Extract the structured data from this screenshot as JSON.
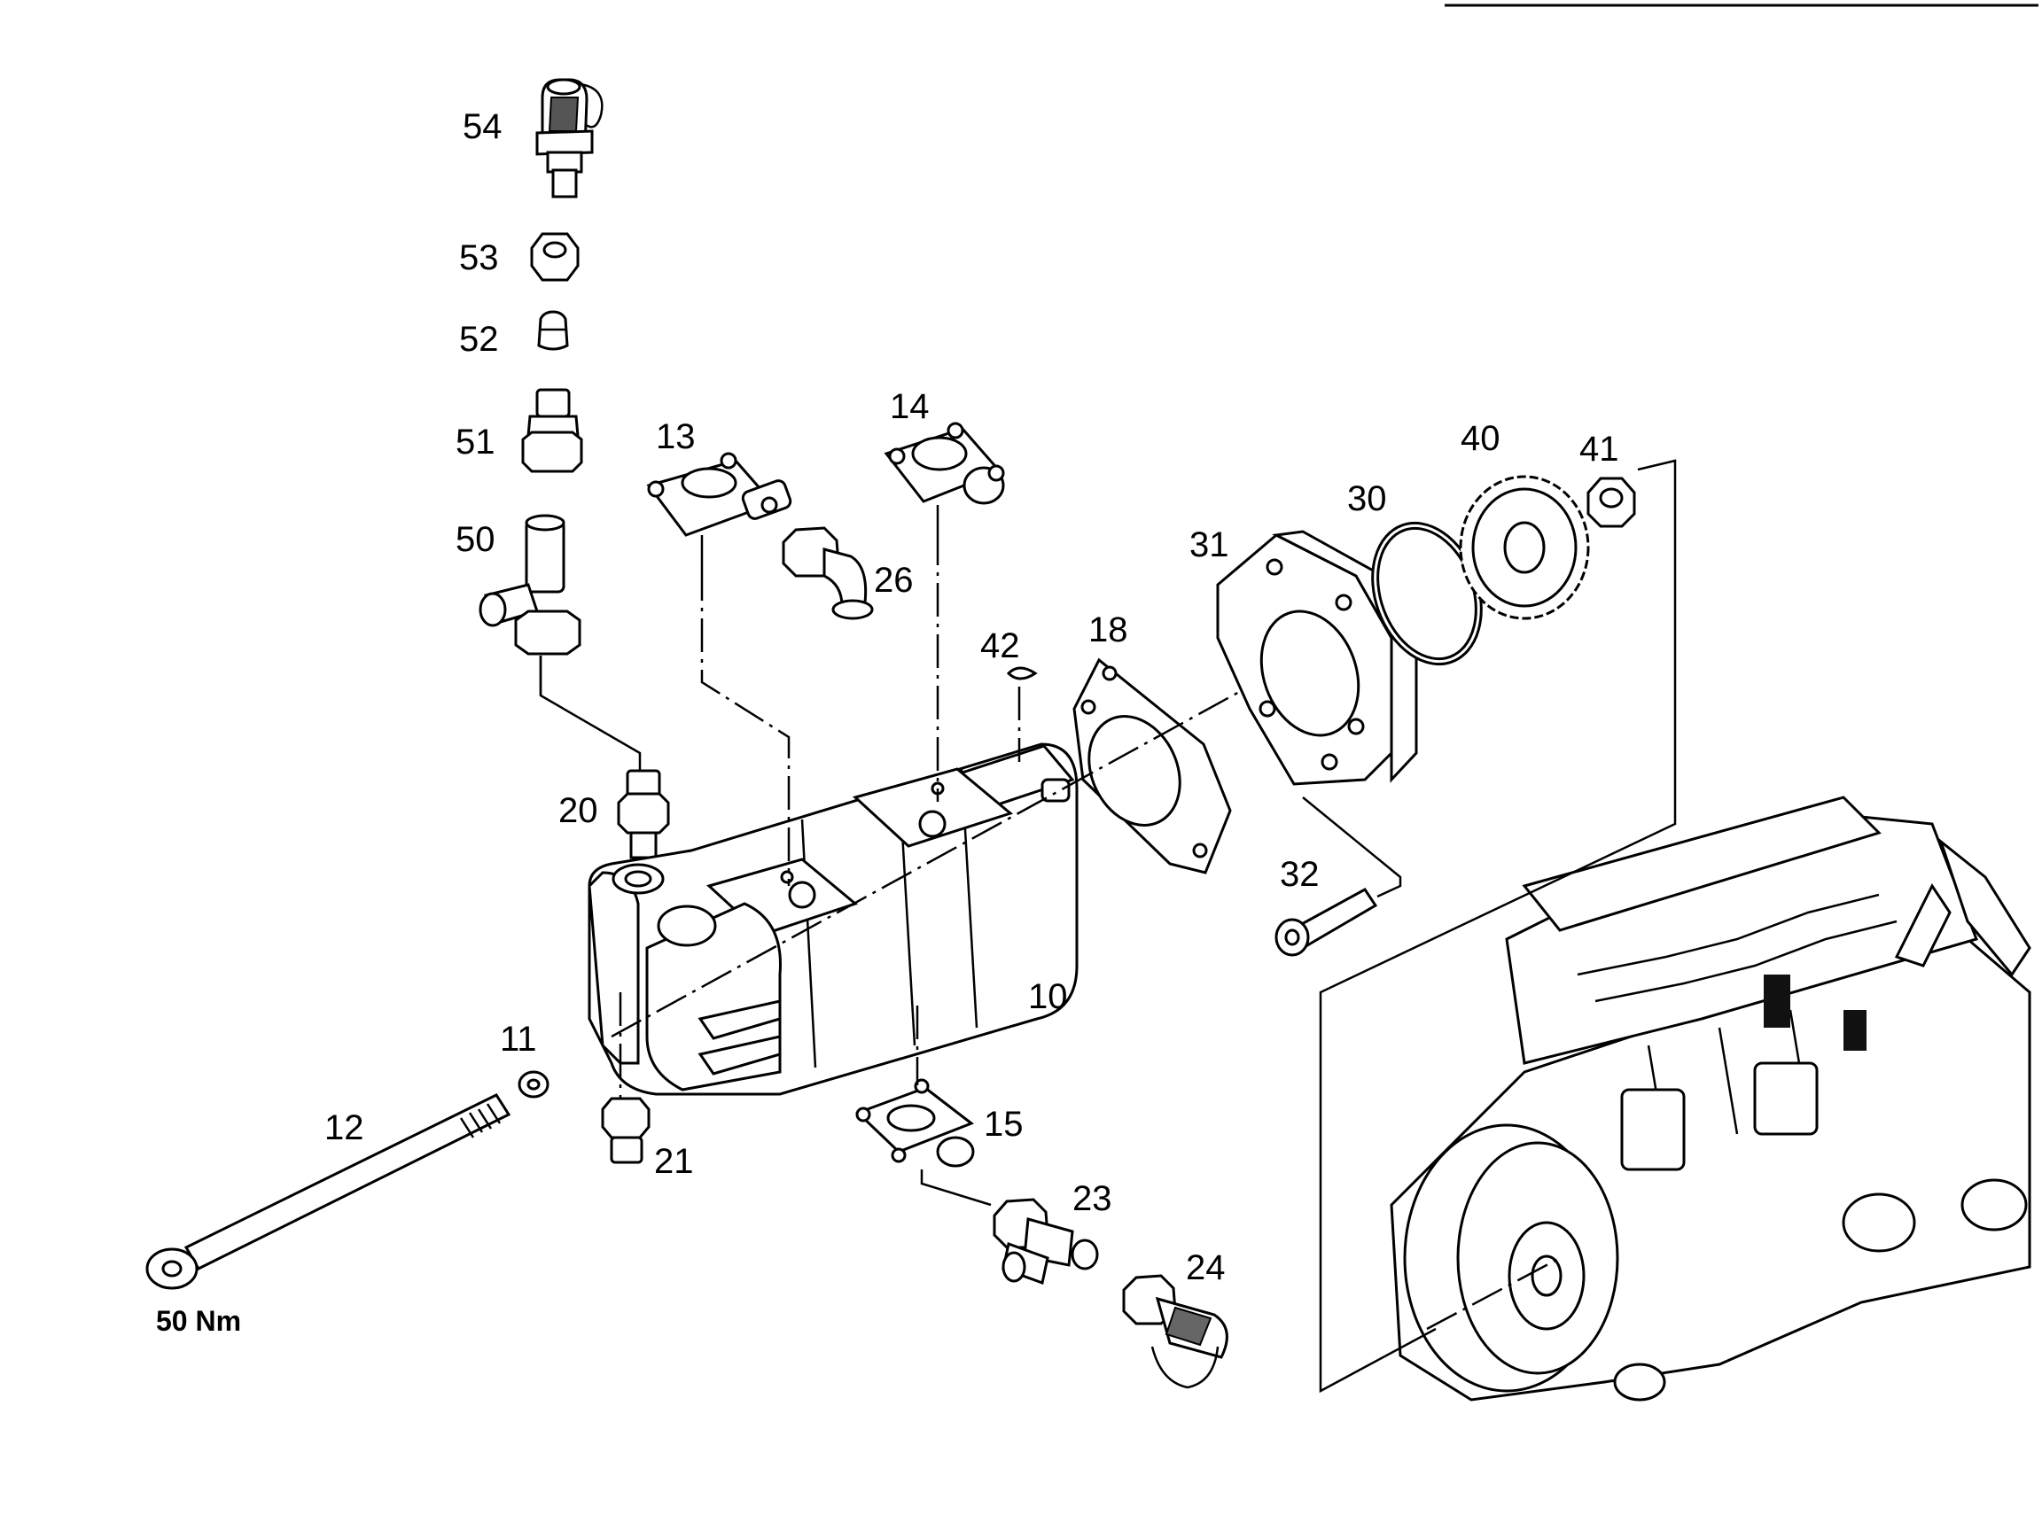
{
  "labels": {
    "p54": "54",
    "p53": "53",
    "p52": "52",
    "p51": "51",
    "p50": "50",
    "p13": "13",
    "p14": "14",
    "p26": "26",
    "p42": "42",
    "p18": "18",
    "p31": "31",
    "p30": "30",
    "p40": "40",
    "p41": "41",
    "p32": "32",
    "p20": "20",
    "p10": "10",
    "p11": "11",
    "p12": "12",
    "p21": "21",
    "p15": "15",
    "p23": "23",
    "p24": "24",
    "torque": "50 Nm"
  }
}
